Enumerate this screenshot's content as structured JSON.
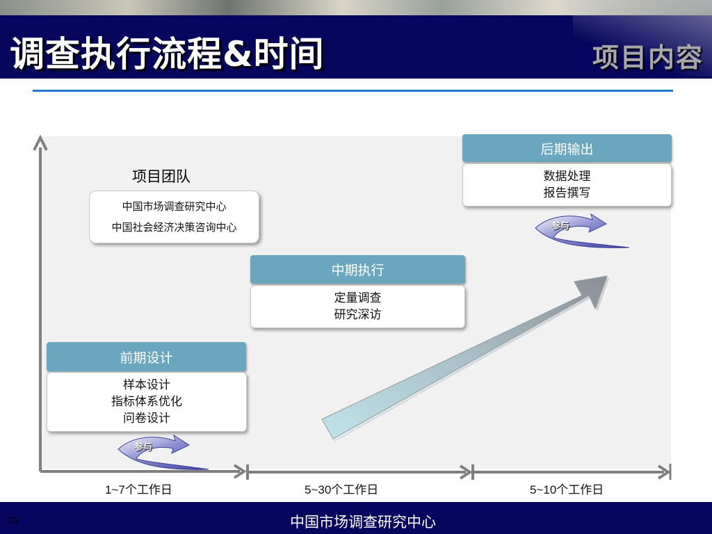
{
  "header": {
    "title": "调查执行流程&时间",
    "section": "项目内容"
  },
  "team": {
    "title": "项目团队",
    "members": [
      "中国市场调查研究中心",
      "中国社会经济决策咨询中心"
    ]
  },
  "stages": [
    {
      "label": "前期设计",
      "items": [
        "样本设计",
        "指标体系优化",
        "问卷设计"
      ]
    },
    {
      "label": "中期执行",
      "items": [
        "定量调查",
        "研究深访"
      ]
    },
    {
      "label": "后期输出",
      "items": [
        "数据处理",
        "报告撰写"
      ]
    }
  ],
  "badges": [
    "参与",
    "参与"
  ],
  "periods": [
    "1~7个工作日",
    "5~30个工作日",
    "5~10个工作日"
  ],
  "footer": {
    "org": "中国市场调查研究中心",
    "page": "23"
  },
  "colors": {
    "navy": "#06065e",
    "stage_header": "#6aa6bd",
    "divider": "#1f77d0",
    "axis": "#7f7f7f",
    "badge": "#4b4fa3"
  }
}
